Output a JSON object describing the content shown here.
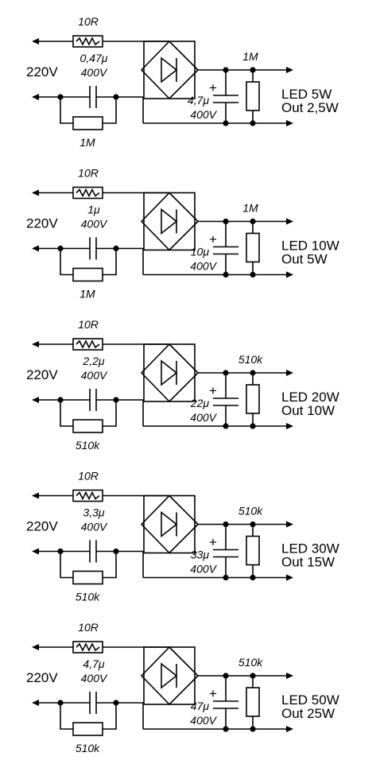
{
  "circuits": [
    {
      "input_label": "220V",
      "series_resistor": "10R",
      "cap_value": "0,47μ",
      "cap_voltage": "400V",
      "bleeder_resistor": "1M",
      "filter_cap_value": "4,7μ",
      "filter_cap_voltage": "400V",
      "load_resistor": "1M",
      "led_label": "LED 5W",
      "out_label": "Out 2,5W",
      "polarity": "+"
    },
    {
      "input_label": "220V",
      "series_resistor": "10R",
      "cap_value": "1μ",
      "cap_voltage": "400V",
      "bleeder_resistor": "1M",
      "filter_cap_value": "10μ",
      "filter_cap_voltage": "400V",
      "load_resistor": "1M",
      "led_label": "LED 10W",
      "out_label": "Out 5W",
      "polarity": "+"
    },
    {
      "input_label": "220V",
      "series_resistor": "10R",
      "cap_value": "2,2μ",
      "cap_voltage": "400V",
      "bleeder_resistor": "510k",
      "filter_cap_value": "22μ",
      "filter_cap_voltage": "400V",
      "load_resistor": "510k",
      "led_label": "LED 20W",
      "out_label": "Out 10W",
      "polarity": "+"
    },
    {
      "input_label": "220V",
      "series_resistor": "10R",
      "cap_value": "3,3μ",
      "cap_voltage": "400V",
      "bleeder_resistor": "510k",
      "filter_cap_value": "33μ",
      "filter_cap_voltage": "400V",
      "load_resistor": "510k",
      "led_label": "LED 30W",
      "out_label": "Out 15W",
      "polarity": "+"
    },
    {
      "input_label": "220V",
      "series_resistor": "10R",
      "cap_value": "4,7μ",
      "cap_voltage": "400V",
      "bleeder_resistor": "510k",
      "filter_cap_value": "47μ",
      "filter_cap_voltage": "400V",
      "load_resistor": "510k",
      "led_label": "LED 50W",
      "out_label": "Out 25W",
      "polarity": "+"
    }
  ]
}
